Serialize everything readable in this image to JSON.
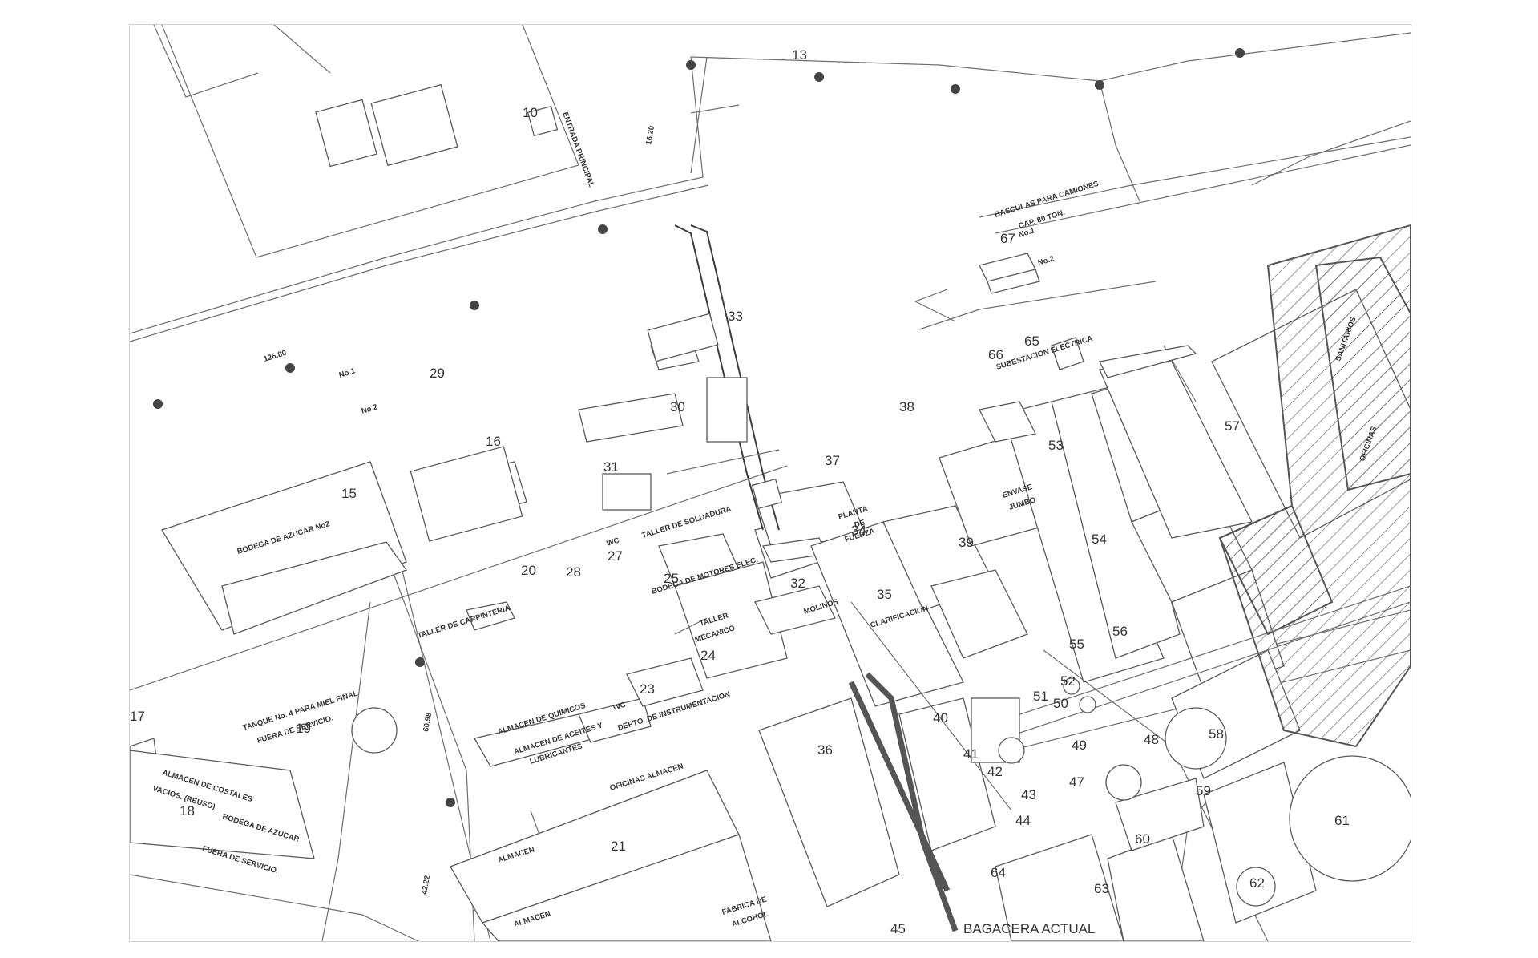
{
  "plan": {
    "numbers": [
      "10",
      "13",
      "15",
      "16",
      "17",
      "18",
      "19",
      "20",
      "21",
      "23",
      "24",
      "25",
      "27",
      "28",
      "29",
      "30",
      "31",
      "32",
      "33",
      "34",
      "35",
      "36",
      "37",
      "38",
      "39",
      "40",
      "41",
      "42",
      "43",
      "44",
      "45",
      "47",
      "48",
      "49",
      "50",
      "51",
      "52",
      "53",
      "54",
      "55",
      "56",
      "57",
      "58",
      "59",
      "60",
      "61",
      "62",
      "63",
      "64",
      "65",
      "66",
      "67"
    ],
    "labels": {
      "bodega_azucar_2": "BODEGA DE AZUCAR No2",
      "taller_carpinteria": "TALLER DE CARPINTERIA",
      "tanque_4": "TANQUE No. 4 PARA MIEL FINAL",
      "fuera_servicio_1": "FUERA DE SERVICIO.",
      "almacen_costales": "ALMACEN DE COSTALES",
      "vacios_reuso": "VACIOS. (REUSO)",
      "bodega_azucar": "BODEGA DE AZUCAR",
      "fuera_servicio_2": "FUERA DE SERVICIO.",
      "almacen_quimicos": "ALMACEN DE QUIMICOS",
      "almacen_aceites": "ALMACEN DE ACEITES Y",
      "lubricantes": "LUBRICANTES",
      "depto_instrumentacion": "DEPTO. DE INSTRUMENTACION",
      "wc_1": "WC",
      "wc_2": "WC",
      "oficinas_almacen": "OFICINAS ALMACEN",
      "almacen_1": "ALMACEN",
      "almacen_2": "ALMACEN",
      "fabrica_alcohol_1": "FABRICA DE",
      "fabrica_alcohol_2": "ALCOHOL",
      "taller_mecanico_1": "TALLER",
      "taller_mecanico_2": "MECANICO",
      "taller_soldadura": "TALLER DE SOLDADURA",
      "bodega_motores": "BODEGA DE MOTORES ELEC.",
      "molinos": "MOLINOS",
      "planta_1": "PLANTA",
      "planta_2": "DE",
      "planta_3": "FUERZA",
      "clarificacion": "CLARIFICACION",
      "envase_1": "ENVASE",
      "envase_2": "JUMBO",
      "basculas_1": "BASCULAS PARA CAMIONES",
      "basculas_2": "CAP. 80 TON.",
      "bascula_no1": "No.1",
      "bascula_no2": "No.2",
      "subestacion": "SUBESTACION ELECTRICA",
      "bagacera": "BAGACERA ACTUAL",
      "oficinas": "OFICINAS",
      "sanitarios": "SANITARIOS",
      "entrada_principal": "ENTRADA PRINCIPAL",
      "no1": "No.1",
      "no2": "No.2",
      "dim_1": "126.80",
      "dim_2": "60.98",
      "dim_3": "42.22",
      "dim_4": "16.20"
    }
  }
}
